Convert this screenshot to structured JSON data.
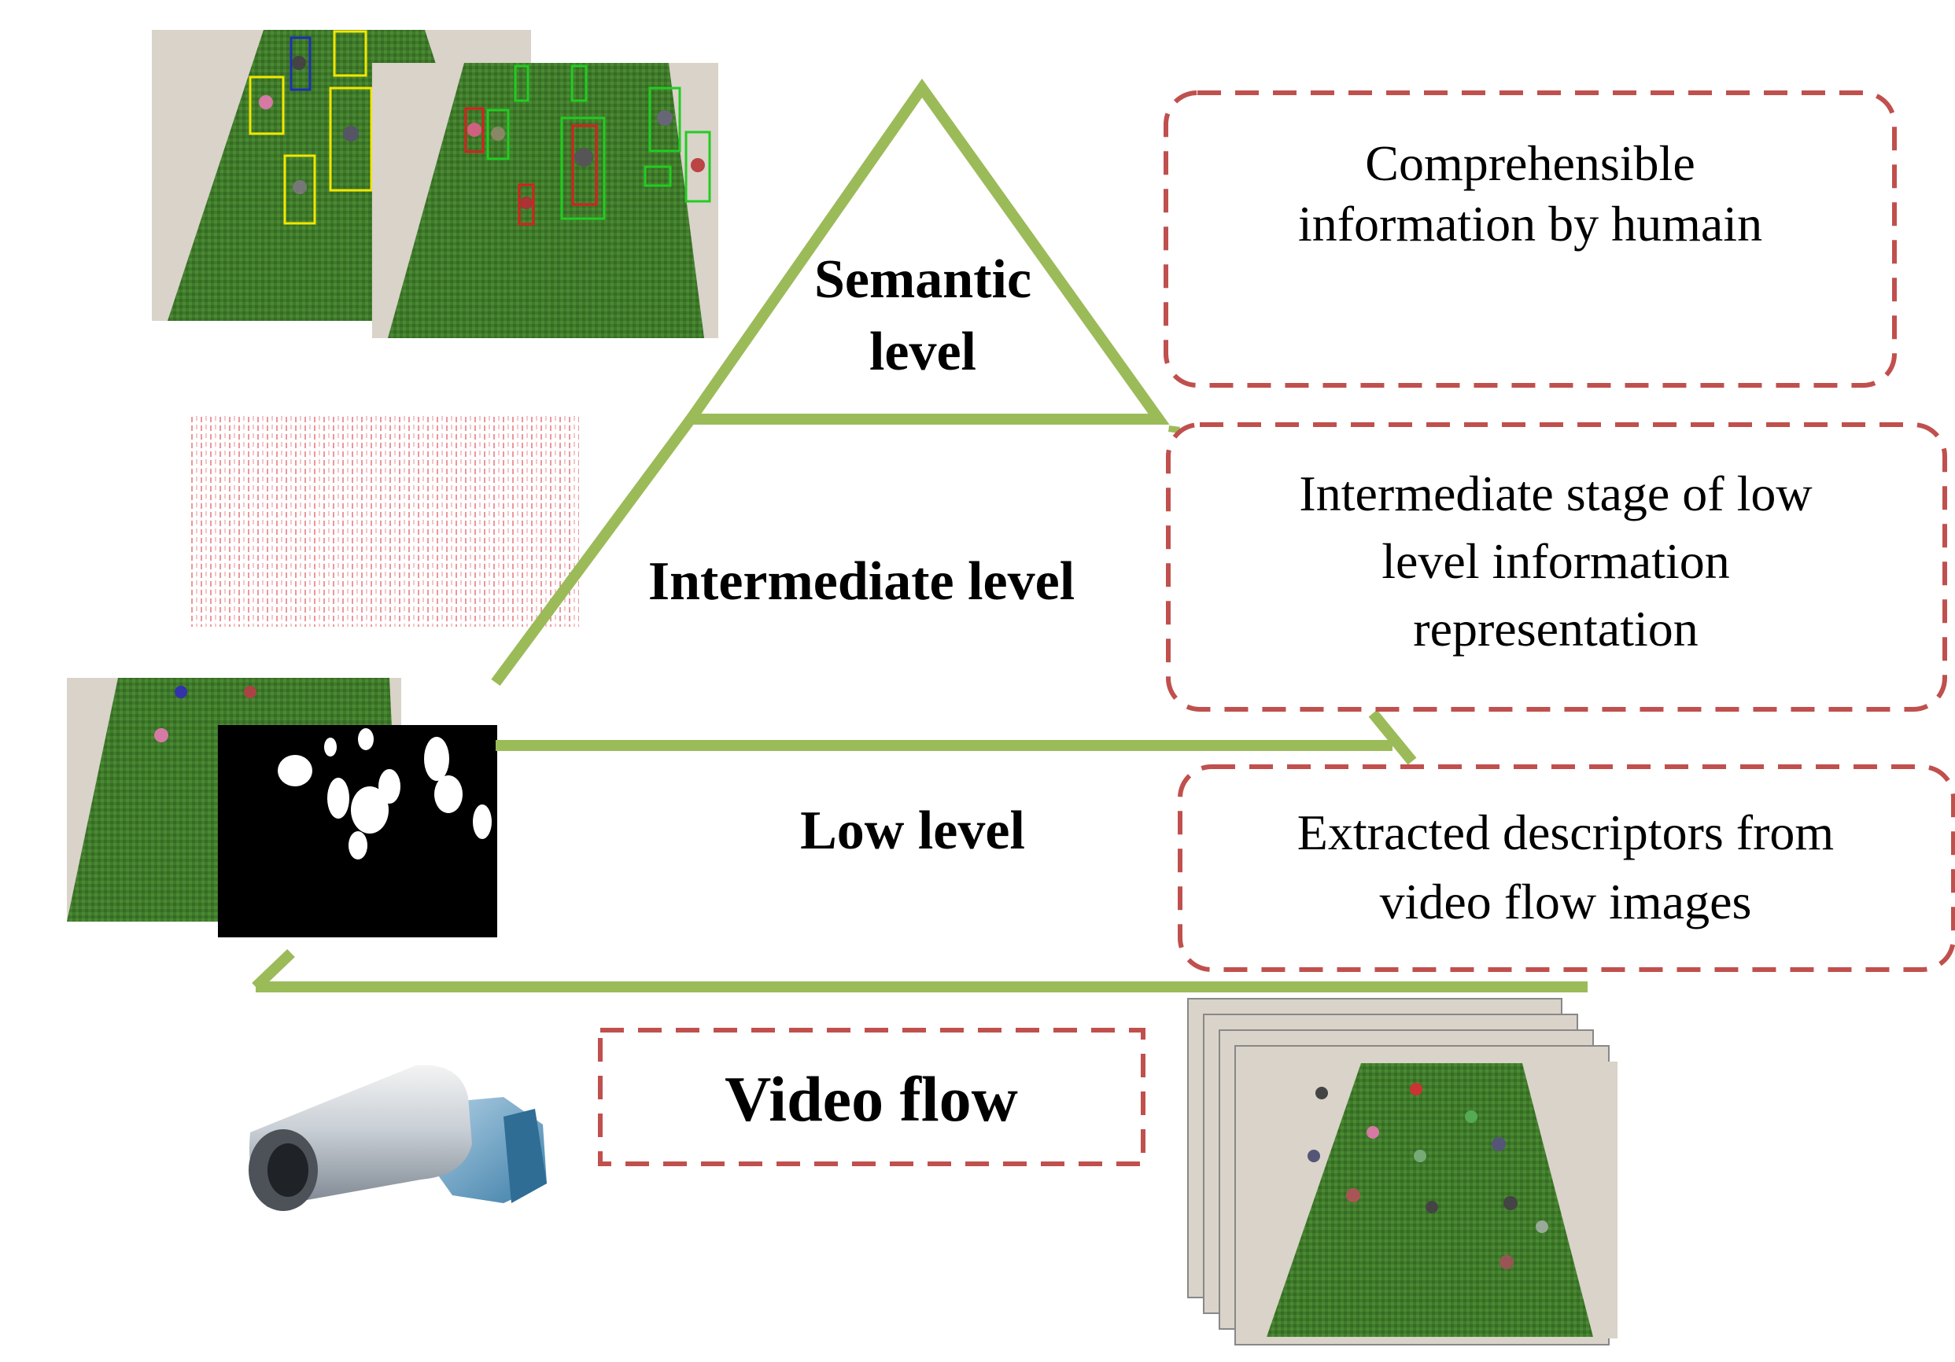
{
  "colors": {
    "pyramid": "#9bbb59",
    "dashed_box": "#c0504d",
    "grass": "#3f7a2a",
    "path": "#d9d3c9",
    "bbox_yellow": "#f2e600",
    "bbox_green": "#22cc22",
    "bbox_red": "#d62020",
    "bbox_blue": "#1d2fb3",
    "flow_vectors": "#e0525a"
  },
  "levels": {
    "semantic_line1": "Semantic",
    "semantic_line2": "level",
    "intermediate": "Intermediate level",
    "low": "Low level",
    "video_flow": "Video flow"
  },
  "descriptions": {
    "semantic_line1": "Comprehensible",
    "semantic_line2": "information by humain",
    "intermediate_line1": "Intermediate stage of low",
    "intermediate_line2": "level information",
    "intermediate_line3": "representation",
    "low_line1": "Extracted descriptors from",
    "low_line2": "video flow images"
  },
  "icons": {
    "camera": "security-camera-icon"
  }
}
